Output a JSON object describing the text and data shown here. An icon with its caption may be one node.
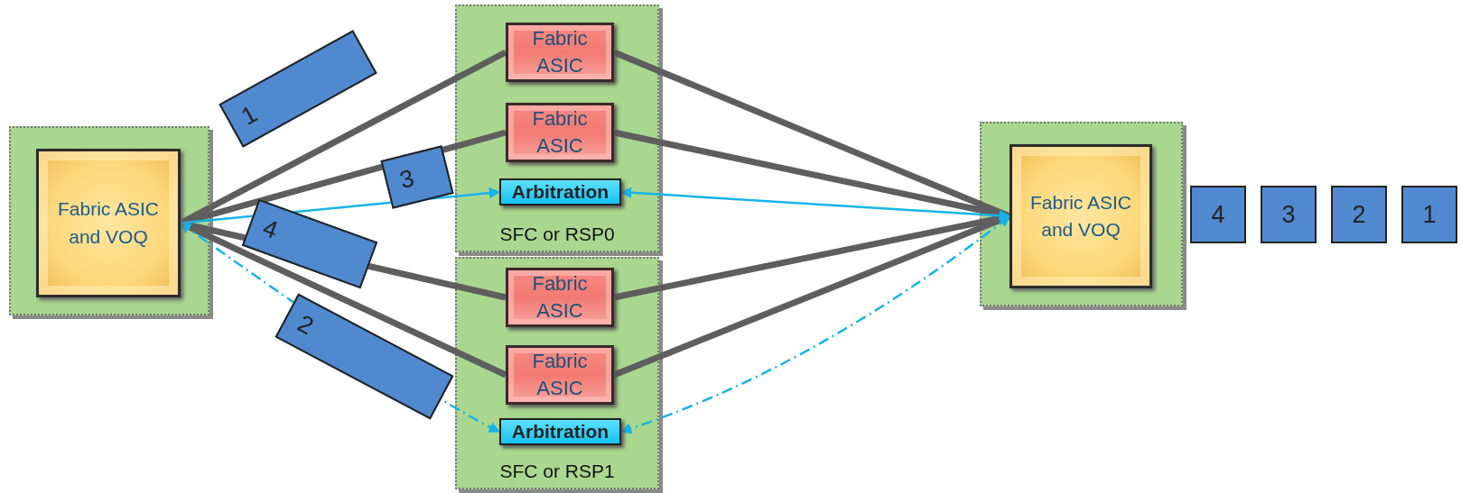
{
  "diagram": {
    "nodes": [
      {
        "text": [],
        "shape": "box"
      },
      {
        "text": [
          "Fabric ASIC and VOQ"
        ],
        "in": 0
      },
      {
        "text": [
          "SFC or RSP0"
        ]
      },
      {
        "text": [
          "Fabric ASIC"
        ],
        "in": 2
      },
      {
        "text": [
          "Fabric ASIC"
        ],
        "in": 2
      },
      {
        "text": [
          "Arbitration"
        ],
        "in": 2
      },
      {
        "text": [
          "SFC or RSP1"
        ]
      },
      {
        "text": [
          "Fabric ASIC"
        ],
        "in": 6
      },
      {
        "text": [
          "Fabric ASIC"
        ],
        "in": 6
      },
      {
        "text": [
          "Arbitration"
        ],
        "in": 6
      },
      {
        "text": [],
        "shape": "box"
      },
      {
        "text": [
          "Fabric ASIC and VOQ"
        ],
        "in": 10
      }
    ],
    "edges": [
      {
        "from": 1,
        "to": 3,
        "arrow": "none"
      },
      {
        "from": 1,
        "to": 4,
        "arrow": "none"
      },
      {
        "from": 1,
        "to": 7,
        "arrow": "none"
      },
      {
        "from": 1,
        "to": 8,
        "arrow": "none"
      },
      {
        "from": 3,
        "to": 11,
        "arrow": "none"
      },
      {
        "from": 4,
        "to": 11,
        "arrow": "none"
      },
      {
        "from": 7,
        "to": 11,
        "arrow": "none"
      },
      {
        "from": 8,
        "to": 11,
        "arrow": "none"
      },
      {
        "from": 1,
        "to": 5,
        "arrow": "to",
        "color": "#16b4e8"
      },
      {
        "from": 5,
        "to": 11,
        "arrow": "both",
        "color": "#16b4e8"
      },
      {
        "from": 1,
        "to": 9,
        "arrow": "both",
        "style": "dashed",
        "color": "#16b4e8"
      },
      {
        "from": 9,
        "to": 11,
        "arrow": "both",
        "style": "dashed",
        "color": "#16b4e8"
      }
    ],
    "labels": [
      "1",
      "3",
      "4",
      "2",
      "4",
      "3",
      "2",
      "1"
    ]
  }
}
